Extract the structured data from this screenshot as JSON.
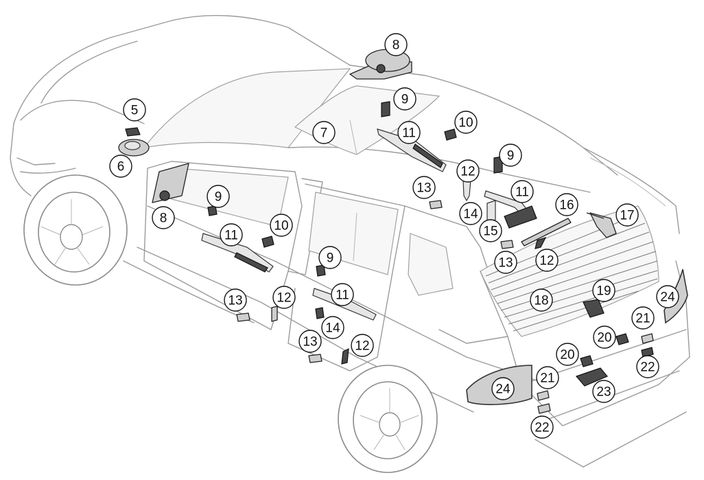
{
  "callouts": [
    {
      "id": "c5",
      "label": "5"
    },
    {
      "id": "c6",
      "label": "6"
    },
    {
      "id": "c7",
      "label": "7"
    },
    {
      "id": "c8a",
      "label": "8"
    },
    {
      "id": "c8b",
      "label": "8"
    },
    {
      "id": "c9a",
      "label": "9"
    },
    {
      "id": "c9b",
      "label": "9"
    },
    {
      "id": "c9c",
      "label": "9"
    },
    {
      "id": "c9d",
      "label": "9"
    },
    {
      "id": "c10a",
      "label": "10"
    },
    {
      "id": "c10b",
      "label": "10"
    },
    {
      "id": "c11a",
      "label": "11"
    },
    {
      "id": "c11b",
      "label": "11"
    },
    {
      "id": "c11c",
      "label": "11"
    },
    {
      "id": "c11d",
      "label": "11"
    },
    {
      "id": "c12a",
      "label": "12"
    },
    {
      "id": "c12b",
      "label": "12"
    },
    {
      "id": "c12c",
      "label": "12"
    },
    {
      "id": "c12d",
      "label": "12"
    },
    {
      "id": "c13a",
      "label": "13"
    },
    {
      "id": "c13b",
      "label": "13"
    },
    {
      "id": "c13c",
      "label": "13"
    },
    {
      "id": "c13d",
      "label": "13"
    },
    {
      "id": "c14a",
      "label": "14"
    },
    {
      "id": "c14b",
      "label": "14"
    },
    {
      "id": "c15",
      "label": "15"
    },
    {
      "id": "c16",
      "label": "16"
    },
    {
      "id": "c17",
      "label": "17"
    },
    {
      "id": "c18",
      "label": "18"
    },
    {
      "id": "c19",
      "label": "19"
    },
    {
      "id": "c20a",
      "label": "20"
    },
    {
      "id": "c20b",
      "label": "20"
    },
    {
      "id": "c21a",
      "label": "21"
    },
    {
      "id": "c21b",
      "label": "21"
    },
    {
      "id": "c22a",
      "label": "22"
    },
    {
      "id": "c22b",
      "label": "22"
    },
    {
      "id": "c23",
      "label": "23"
    },
    {
      "id": "c24a",
      "label": "24"
    },
    {
      "id": "c24b",
      "label": "24"
    }
  ]
}
